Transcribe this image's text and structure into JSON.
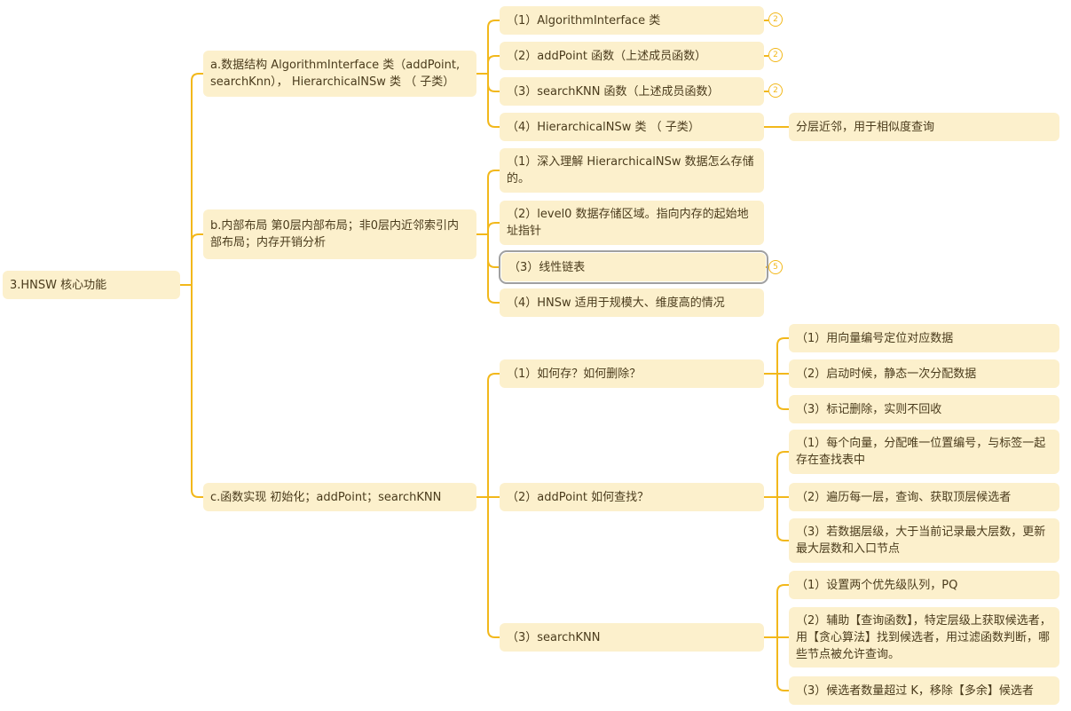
{
  "root": "3.HNSW 核心功能",
  "a": {
    "label": "a.数据结构 AlgorithmInterface 类（addPoint, searchKnn）， HierarchicalNSw 类 （ 子类）",
    "children": [
      {
        "label": "（1）AlgorithmInterface 类",
        "badge": "2"
      },
      {
        "label": "（2）addPoint 函数（上述成员函数）",
        "badge": "2"
      },
      {
        "label": "（3）searchKNN 函数（上述成员函数）",
        "badge": "2"
      },
      {
        "label": "（4）HierarchicalNSw 类 （ 子类）",
        "child": "分层近邻，用于相似度查询"
      }
    ]
  },
  "b": {
    "label": "b.内部布局 第0层内部布局；非0层内近邻索引内部布局；内存开销分析",
    "children": [
      {
        "label": "（1）深入理解 HierarchicalNSw 数据怎么存储的。"
      },
      {
        "label": "（2）level0 数据存储区域。指向内存的起始地址指针"
      },
      {
        "label": "（3）线性链表",
        "badge": "5"
      },
      {
        "label": "（4）HNSw 适用于规模大、维度高的情况"
      }
    ]
  },
  "c": {
    "label": "c.函数实现 初始化；addPoint；searchKNN",
    "children": [
      {
        "label": "（1）如何存？如何删除？",
        "children": [
          "（1）用向量编号定位对应数据",
          "（2）启动时候，静态一次分配数据",
          "（3）标记删除，实则不回收"
        ]
      },
      {
        "label": "（2）addPoint 如何查找？",
        "children": [
          "（1）每个向量，分配唯一位置编号，与标签一起 存在查找表中",
          "（2）遍历每一层，查询、获取顶层候选者",
          "（3）若数据层级，大于当前记录最大层数，更新最大层数和入口节点"
        ]
      },
      {
        "label": "（3）searchKNN",
        "children": [
          "（1）设置两个优先级队列，PQ",
          "（2）辅助【查询函数】，特定层级上获取候选者，用【贪心算法】找到候选者，用过滤函数判断，哪些节点被允许查询。",
          "（3）候选者数量超过 K，移除【多余】候选者"
        ]
      }
    ]
  },
  "colors": {
    "line": "#f2b81b",
    "node": "#fcf0cc"
  }
}
